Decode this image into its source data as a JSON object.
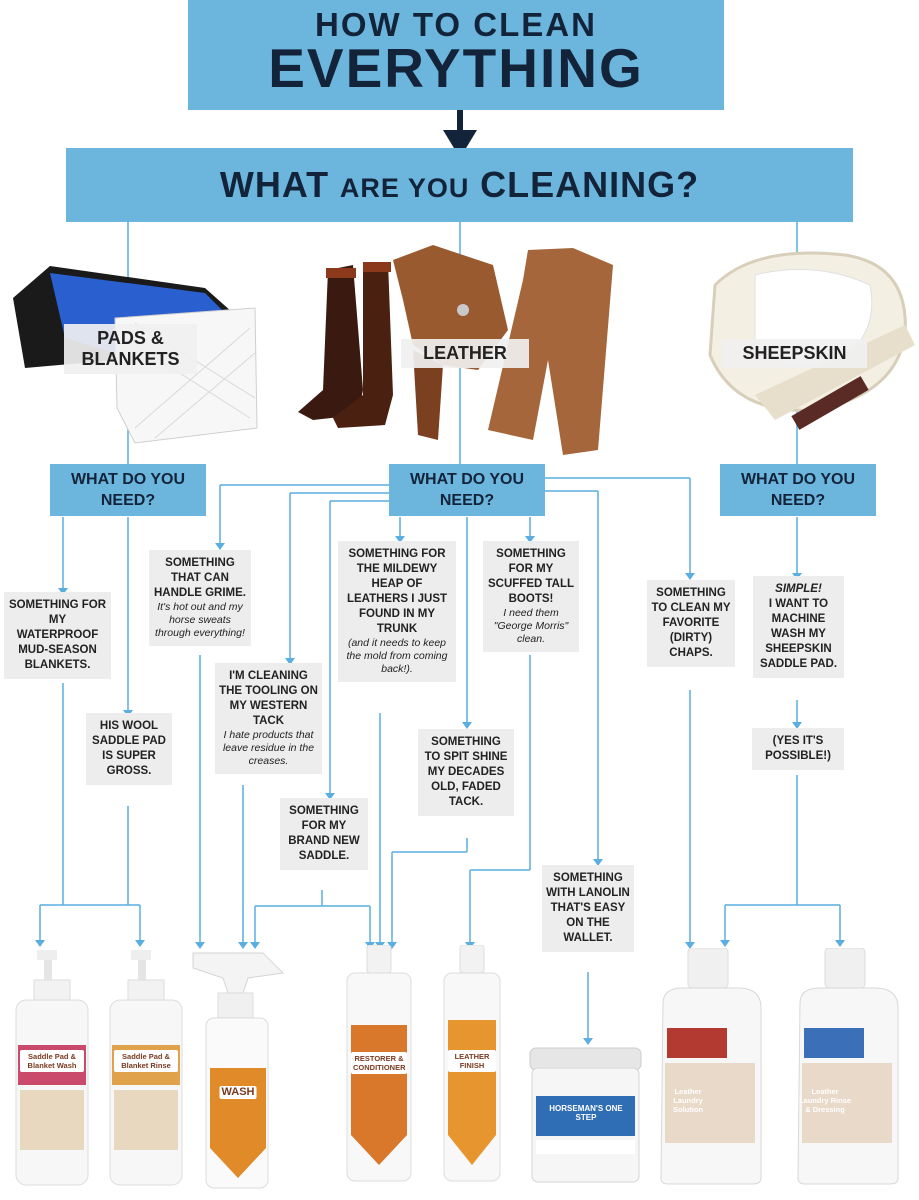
{
  "header": {
    "line1": "HOW TO CLEAN",
    "line2": "EVERYTHING"
  },
  "question": {
    "part1": "WHAT",
    "part2": "ARE YOU",
    "part3": "CLEANING?"
  },
  "categories": [
    {
      "label": "PADS & BLANKETS"
    },
    {
      "label": "LEATHER"
    },
    {
      "label": "SHEEPSKIN"
    }
  ],
  "need_label": "WHAT DO YOU NEED?",
  "needs": {
    "waterproof": {
      "main": "SOMETHING FOR MY WATERPROOF MUD-SEASON BLANKETS."
    },
    "wool": {
      "main": "HIS WOOL SADDLE PAD IS SUPER GROSS."
    },
    "grime": {
      "main": "SOMETHING THAT CAN HANDLE GRIME.",
      "sub": "It's hot out and my horse sweats through everything!"
    },
    "tooling": {
      "main": "I'M CLEANING THE TOOLING ON MY WESTERN TACK",
      "sub": "I hate products that leave residue in the creases."
    },
    "brand_new": {
      "main": "SOMETHING FOR MY BRAND NEW SADDLE."
    },
    "mildewy": {
      "main": "SOMETHING FOR THE MILDEWY HEAP OF LEATHERS I JUST FOUND IN MY TRUNK",
      "sub": "(and it needs to keep the mold from coming back!)."
    },
    "spit_shine": {
      "main": "SOMETHING TO SPIT SHINE MY DECADES OLD, FADED TACK."
    },
    "boots": {
      "main": "SOMETHING FOR MY SCUFFED TALL BOOTS!",
      "sub": "I need them \"George Morris\" clean."
    },
    "lanolin": {
      "main": "SOMETHING WITH LANOLIN THAT'S EASY ON THE WALLET."
    },
    "chaps": {
      "main": "SOMETHING TO CLEAN MY FAVORITE (DIRTY) CHAPS."
    },
    "machine_wash": {
      "lead": "SIMPLE!",
      "main": "I WANT TO MACHINE WASH MY SHEEPSKIN SADDLE PAD."
    },
    "possible": {
      "main": "(YES IT'S POSSIBLE!)"
    }
  },
  "products": [
    {
      "label": "Saddle Pad & Blanket Wash",
      "color": "#c94a6a"
    },
    {
      "label": "Saddle Pad & Blanket Rinse",
      "color": "#e0a24a"
    },
    {
      "label": "WASH",
      "color": "#e08a2a"
    },
    {
      "label": "RESTORER & CONDITIONER",
      "color": "#d9772a"
    },
    {
      "label": "LEATHER FINISH",
      "color": "#e6952f"
    },
    {
      "label": "HORSEMAN'S ONE STEP",
      "color": "#2f6db5"
    },
    {
      "label": "Leather Laundry Solution",
      "color": "#b23a30"
    },
    {
      "label": "Leather Laundry Rinse & Dressing",
      "color": "#3b6fb8"
    }
  ],
  "colors": {
    "banner": "#6cb6de",
    "navy": "#13243a",
    "line": "#5aaee0",
    "box": "#ededed"
  }
}
